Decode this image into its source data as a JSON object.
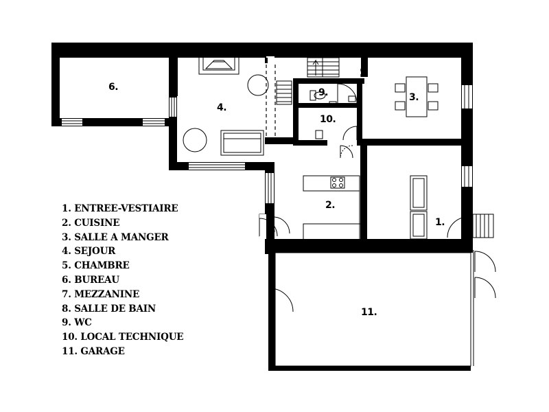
{
  "rooms": {
    "r1": "1.",
    "r2": "2.",
    "r3": "3.",
    "r4": "4.",
    "r6": "6.",
    "r9": "9.",
    "r10": "10.",
    "r11": "11."
  },
  "legend": [
    "1. ENTREE-VESTIAIRE",
    "2. CUISINE",
    "3. SALLE A MANGER",
    "4. SEJOUR",
    "5. CHAMBRE",
    "6. BUREAU",
    "7. MEZZANINE",
    "8. SALLE DE BAIN",
    "9. WC",
    "10. LOCAL TECHNIQUE",
    "11. GARAGE"
  ],
  "colors": {
    "wall": "#000000",
    "background": "#ffffff",
    "line": "#000000"
  }
}
